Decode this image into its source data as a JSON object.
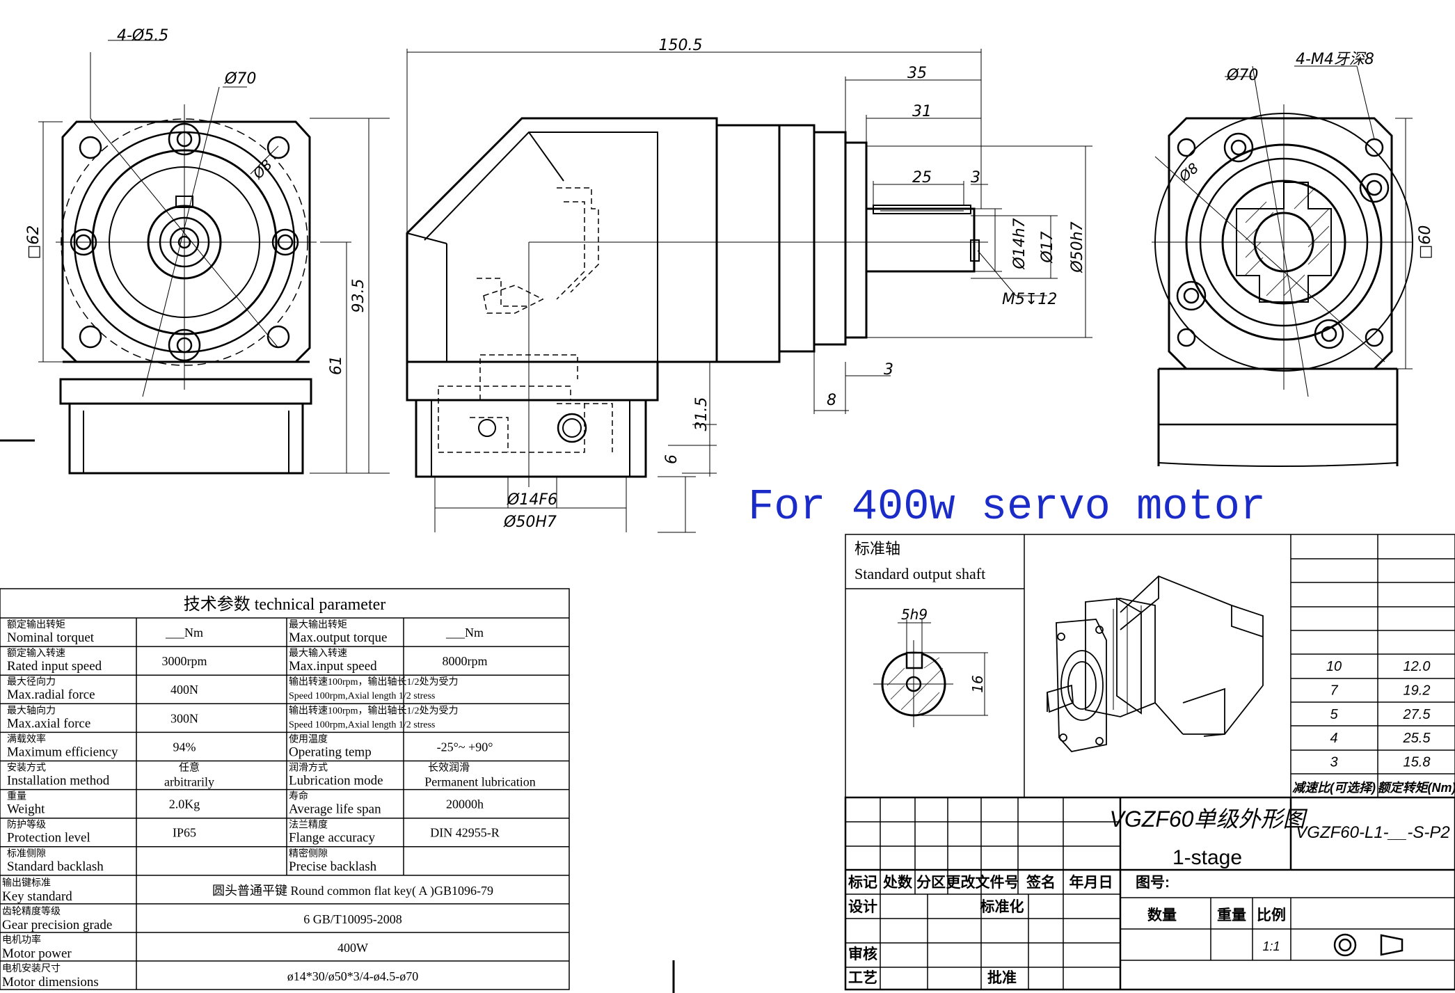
{
  "caption": "For 400w servo motor",
  "dims_front": {
    "holes": "4-Ø5.5",
    "pcd": "Ø70",
    "slot": "Ø8",
    "square": "□62",
    "h_total": "93.5",
    "h_axis": "61"
  },
  "dims_side": {
    "length": "150.5",
    "l35": "35",
    "l31": "31",
    "l25": "25",
    "l3a": "3",
    "shaft_d": "Ø14h7",
    "d17": "Ø17",
    "d50": "Ø50h7",
    "thread": "M5↧12",
    "l3b": "3",
    "l8": "8",
    "h31_5": "31.5",
    "h6": "6",
    "bore": "Ø14F6",
    "spigot": "Ø50H7"
  },
  "dims_rear": {
    "pcd": "Ø70",
    "holes": "4-M4牙深8",
    "slot": "Ø8",
    "square": "□60"
  },
  "tech": {
    "title": "技术参数   technical parameter",
    "rows": [
      {
        "c1": "额定输出转矩",
        "e1": "Nominal torquet",
        "v1": "___Nm",
        "c2": "最大输出转矩",
        "e2": "Max.output torque",
        "v2": "___Nm"
      },
      {
        "c1": "额定输入转速",
        "e1": "Rated input speed",
        "v1": "3000rpm",
        "c2": "最大输入转速",
        "e2": "Max.input speed",
        "v2": "8000rpm"
      },
      {
        "c1": "最大径向力",
        "e1": "Max.radial force",
        "v1": "400N",
        "c2": "输出转速100rpm，输出轴长1/2处为受力",
        "e2": "Speed 100rpm,Axial length 1/2 stress",
        "v2": ""
      },
      {
        "c1": "最大轴向力",
        "e1": "Max.axial force",
        "v1": "300N",
        "c2": "输出转速100rpm，输出轴长1/2处为受力",
        "e2": "Speed 100rpm,Axial length 1/2 stress",
        "v2": ""
      },
      {
        "c1": "满载效率",
        "e1": "Maximum efficiency",
        "v1": "94%",
        "c2": "使用温度",
        "e2": "Operating temp",
        "v2": "-25°~ +90°"
      },
      {
        "c1": "安装方式",
        "e1": "Installation method",
        "v1": "任意",
        "v1b": "arbitrarily",
        "c2": "润滑方式",
        "e2": "Lubrication mode",
        "v2": "长效润滑",
        "v2b": "Permanent lubrication"
      },
      {
        "c1": "重量",
        "e1": "Weight",
        "v1": "2.0Kg",
        "c2": "寿命",
        "e2": "Average life span",
        "v2": "20000h"
      },
      {
        "c1": "防护等级",
        "e1": "Protection level",
        "v1": "IP65",
        "c2": "法兰精度",
        "e2": "Flange accuracy",
        "v2": "DIN 42955-R"
      },
      {
        "c1": "标准侧隙",
        "e1": "Standard backlash",
        "v1": "",
        "c2": "精密侧隙",
        "e2": "Precise backlash",
        "v2": ""
      }
    ],
    "wide_rows": [
      {
        "c": "输出键标准",
        "e": "Key standard",
        "v": "圆头普通平键 Round common flat key( A )GB1096-79"
      },
      {
        "c": "齿轮精度等级",
        "e": "Gear precision grade",
        "v": "6 GB/T10095-2008"
      },
      {
        "c": "电机功率",
        "e": "Motor power",
        "v": "400W"
      },
      {
        "c": "电机安装尺寸",
        "e": "Motor  dimensions",
        "v": "ø14*30/ø50*3/4-ø4.5-ø70"
      }
    ]
  },
  "shaft": {
    "title_cn": "标准轴",
    "title_en": "Standard output shaft",
    "key": "5h9",
    "h": "16"
  },
  "ratio_table": {
    "rows": [
      [
        "10",
        "12.0"
      ],
      [
        "7",
        "19.2"
      ],
      [
        "5",
        "27.5"
      ],
      [
        "4",
        "25.5"
      ],
      [
        "3",
        "15.8"
      ]
    ],
    "header": [
      "减速比(可选择)",
      "额定转矩(Nm)"
    ]
  },
  "title_block": {
    "drawing_name": "VGZF60单级外形图",
    "stage": "1-stage",
    "part_no": "VGZF60-L1-__-S-P2",
    "labels": {
      "mark": "标记",
      "count": "处数",
      "zone": "分区",
      "doc": "更改文件号",
      "sign": "签名",
      "date": "年月日",
      "design": "设计",
      "std": "标准化",
      "check": "审核",
      "craft": "工艺",
      "approve": "批准",
      "figno": "图号:",
      "qty": "数量",
      "weight": "重量",
      "scale": "比例",
      "scale_val": "1:1"
    }
  }
}
